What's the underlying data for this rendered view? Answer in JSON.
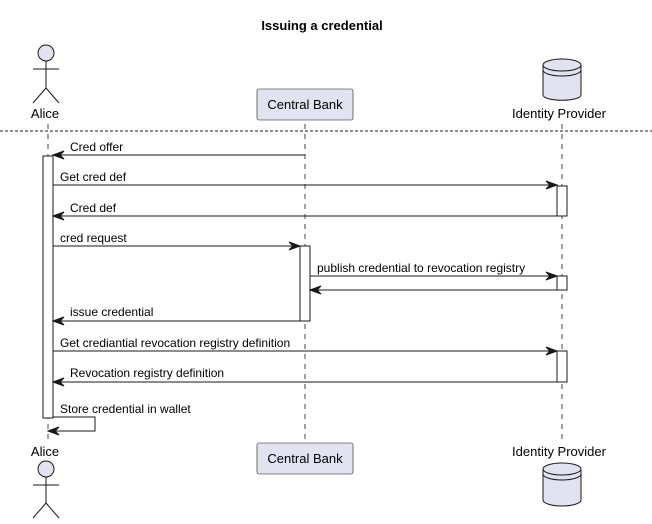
{
  "title": "Issuing a credential",
  "participants": {
    "alice": {
      "label": "Alice",
      "kind": "actor"
    },
    "bank": {
      "label": "Central Bank",
      "kind": "participant"
    },
    "idp": {
      "label": "Identity Provider",
      "kind": "database"
    }
  },
  "messages": [
    {
      "label": "Cred offer",
      "from": "bank",
      "to": "alice"
    },
    {
      "label": "Get cred def",
      "from": "alice",
      "to": "idp"
    },
    {
      "label": "Cred def",
      "from": "idp",
      "to": "alice"
    },
    {
      "label": "cred request",
      "from": "alice",
      "to": "bank"
    },
    {
      "label": "publish credential to revocation registry",
      "from": "bank",
      "to": "idp"
    },
    {
      "label": "",
      "from": "idp",
      "to": "bank"
    },
    {
      "label": "issue credential",
      "from": "bank",
      "to": "alice"
    },
    {
      "label": "Get crediantial revocation registry definition",
      "from": "alice",
      "to": "idp"
    },
    {
      "label": "Revocation registry definition",
      "from": "idp",
      "to": "alice"
    },
    {
      "label": "Store credential in wallet",
      "from": "alice",
      "to": "alice"
    }
  ],
  "colors": {
    "participant_fill": "#e2e2f0",
    "line": "#181818"
  }
}
